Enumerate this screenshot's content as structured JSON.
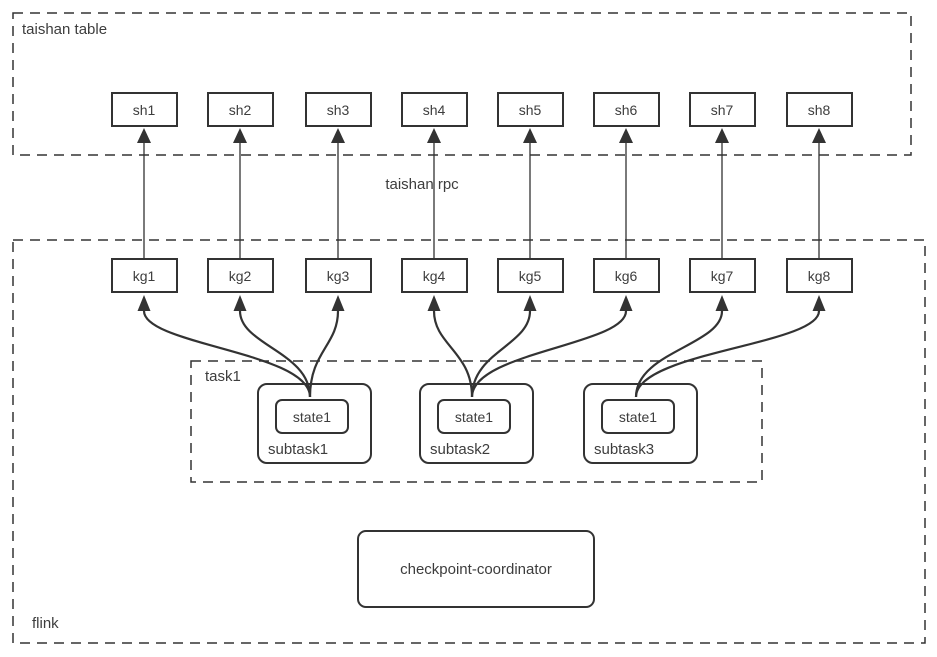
{
  "diagram": {
    "taishan_table": {
      "label": "taishan table",
      "shards": [
        "sh1",
        "sh2",
        "sh3",
        "sh4",
        "sh5",
        "sh6",
        "sh7",
        "sh8"
      ]
    },
    "rpc_label": "taishan rpc",
    "flink": {
      "label": "flink",
      "key_groups": [
        "kg1",
        "kg2",
        "kg3",
        "kg4",
        "kg5",
        "kg6",
        "kg7",
        "kg8"
      ],
      "task": {
        "label": "task1",
        "subtasks": [
          {
            "id": "subtask1",
            "label": "subtask1",
            "state_label": "state1"
          },
          {
            "id": "subtask2",
            "label": "subtask2",
            "state_label": "state1"
          },
          {
            "id": "subtask3",
            "label": "subtask3",
            "state_label": "state1"
          }
        ]
      },
      "checkpoint_coordinator_label": "checkpoint-coordinator"
    },
    "connections": {
      "rpc": [
        {
          "from": "kg1",
          "to": "sh1"
        },
        {
          "from": "kg2",
          "to": "sh2"
        },
        {
          "from": "kg3",
          "to": "sh3"
        },
        {
          "from": "kg4",
          "to": "sh4"
        },
        {
          "from": "kg5",
          "to": "sh5"
        },
        {
          "from": "kg6",
          "to": "sh6"
        },
        {
          "from": "kg7",
          "to": "sh7"
        },
        {
          "from": "kg8",
          "to": "sh8"
        }
      ],
      "state_flush": [
        {
          "from": "subtask1",
          "to": "kg1"
        },
        {
          "from": "subtask1",
          "to": "kg2"
        },
        {
          "from": "subtask1",
          "to": "kg3"
        },
        {
          "from": "subtask2",
          "to": "kg4"
        },
        {
          "from": "subtask2",
          "to": "kg5"
        },
        {
          "from": "subtask2",
          "to": "kg6"
        },
        {
          "from": "subtask3",
          "to": "kg7"
        },
        {
          "from": "subtask3",
          "to": "kg8"
        }
      ]
    },
    "colors": {
      "stroke": "#333333",
      "text": "#3d3d3d",
      "background": "#ffffff"
    }
  }
}
